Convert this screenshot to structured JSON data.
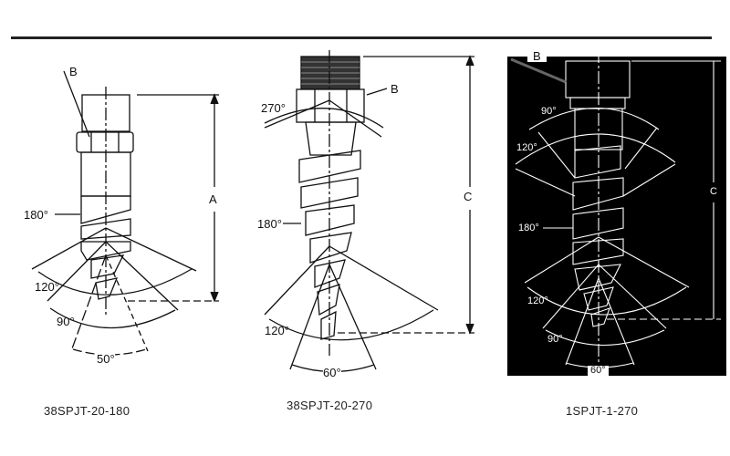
{
  "models": [
    {
      "caption": "38SPJT-20-180",
      "labels": {
        "b": "B",
        "dim": "A",
        "helix": "180°",
        "a1": "120°",
        "a2": "90°",
        "a3": "50°"
      }
    },
    {
      "caption": "38SPJT-20-270",
      "labels": {
        "b": "B",
        "dim": "C",
        "top": "270°",
        "helix": "180°",
        "a1": "120°",
        "a3": "60°"
      }
    },
    {
      "caption": "1SPJT-1-270",
      "labels": {
        "b": "B",
        "dim": "C",
        "t1": "90°",
        "t2": "120°",
        "helix": "180°",
        "a1": "120°",
        "a2": "90°",
        "a3": "60°"
      }
    }
  ]
}
